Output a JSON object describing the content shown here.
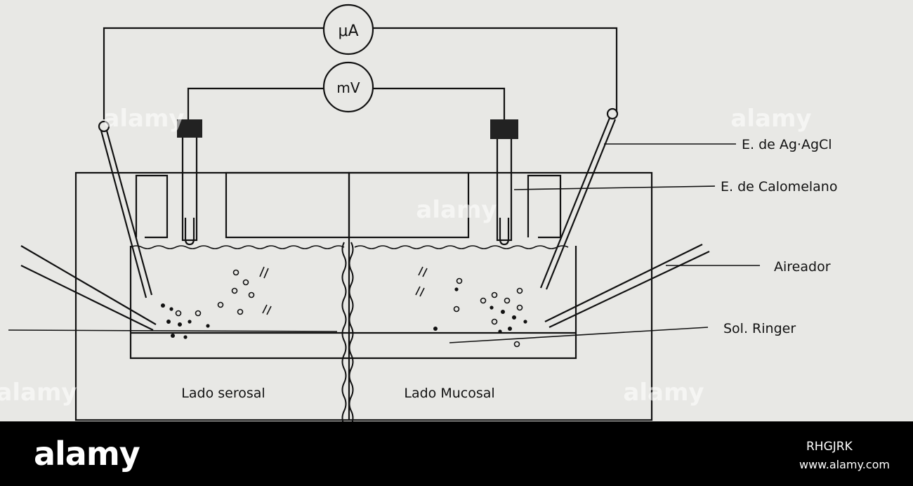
{
  "diagram": {
    "meters": {
      "current": "μA",
      "voltage": "mV"
    },
    "labels": {
      "agagcl": "E. de Ag·AgCl",
      "calomel": "E. de Calomelano",
      "aireador": "Aireador",
      "ringer": "Sol. Ringer",
      "serosal": "Lado serosal",
      "mucosal": "Lado Mucosal"
    }
  },
  "watermark": {
    "text": "alamy"
  },
  "footer": {
    "logo": "alamy",
    "image_id": "RHGJRK",
    "url": "www.alamy.com"
  },
  "colors": {
    "ink": "#111111",
    "paper": "#e8e8e5",
    "footer_bg": "#000000",
    "footer_text": "#ffffff"
  }
}
